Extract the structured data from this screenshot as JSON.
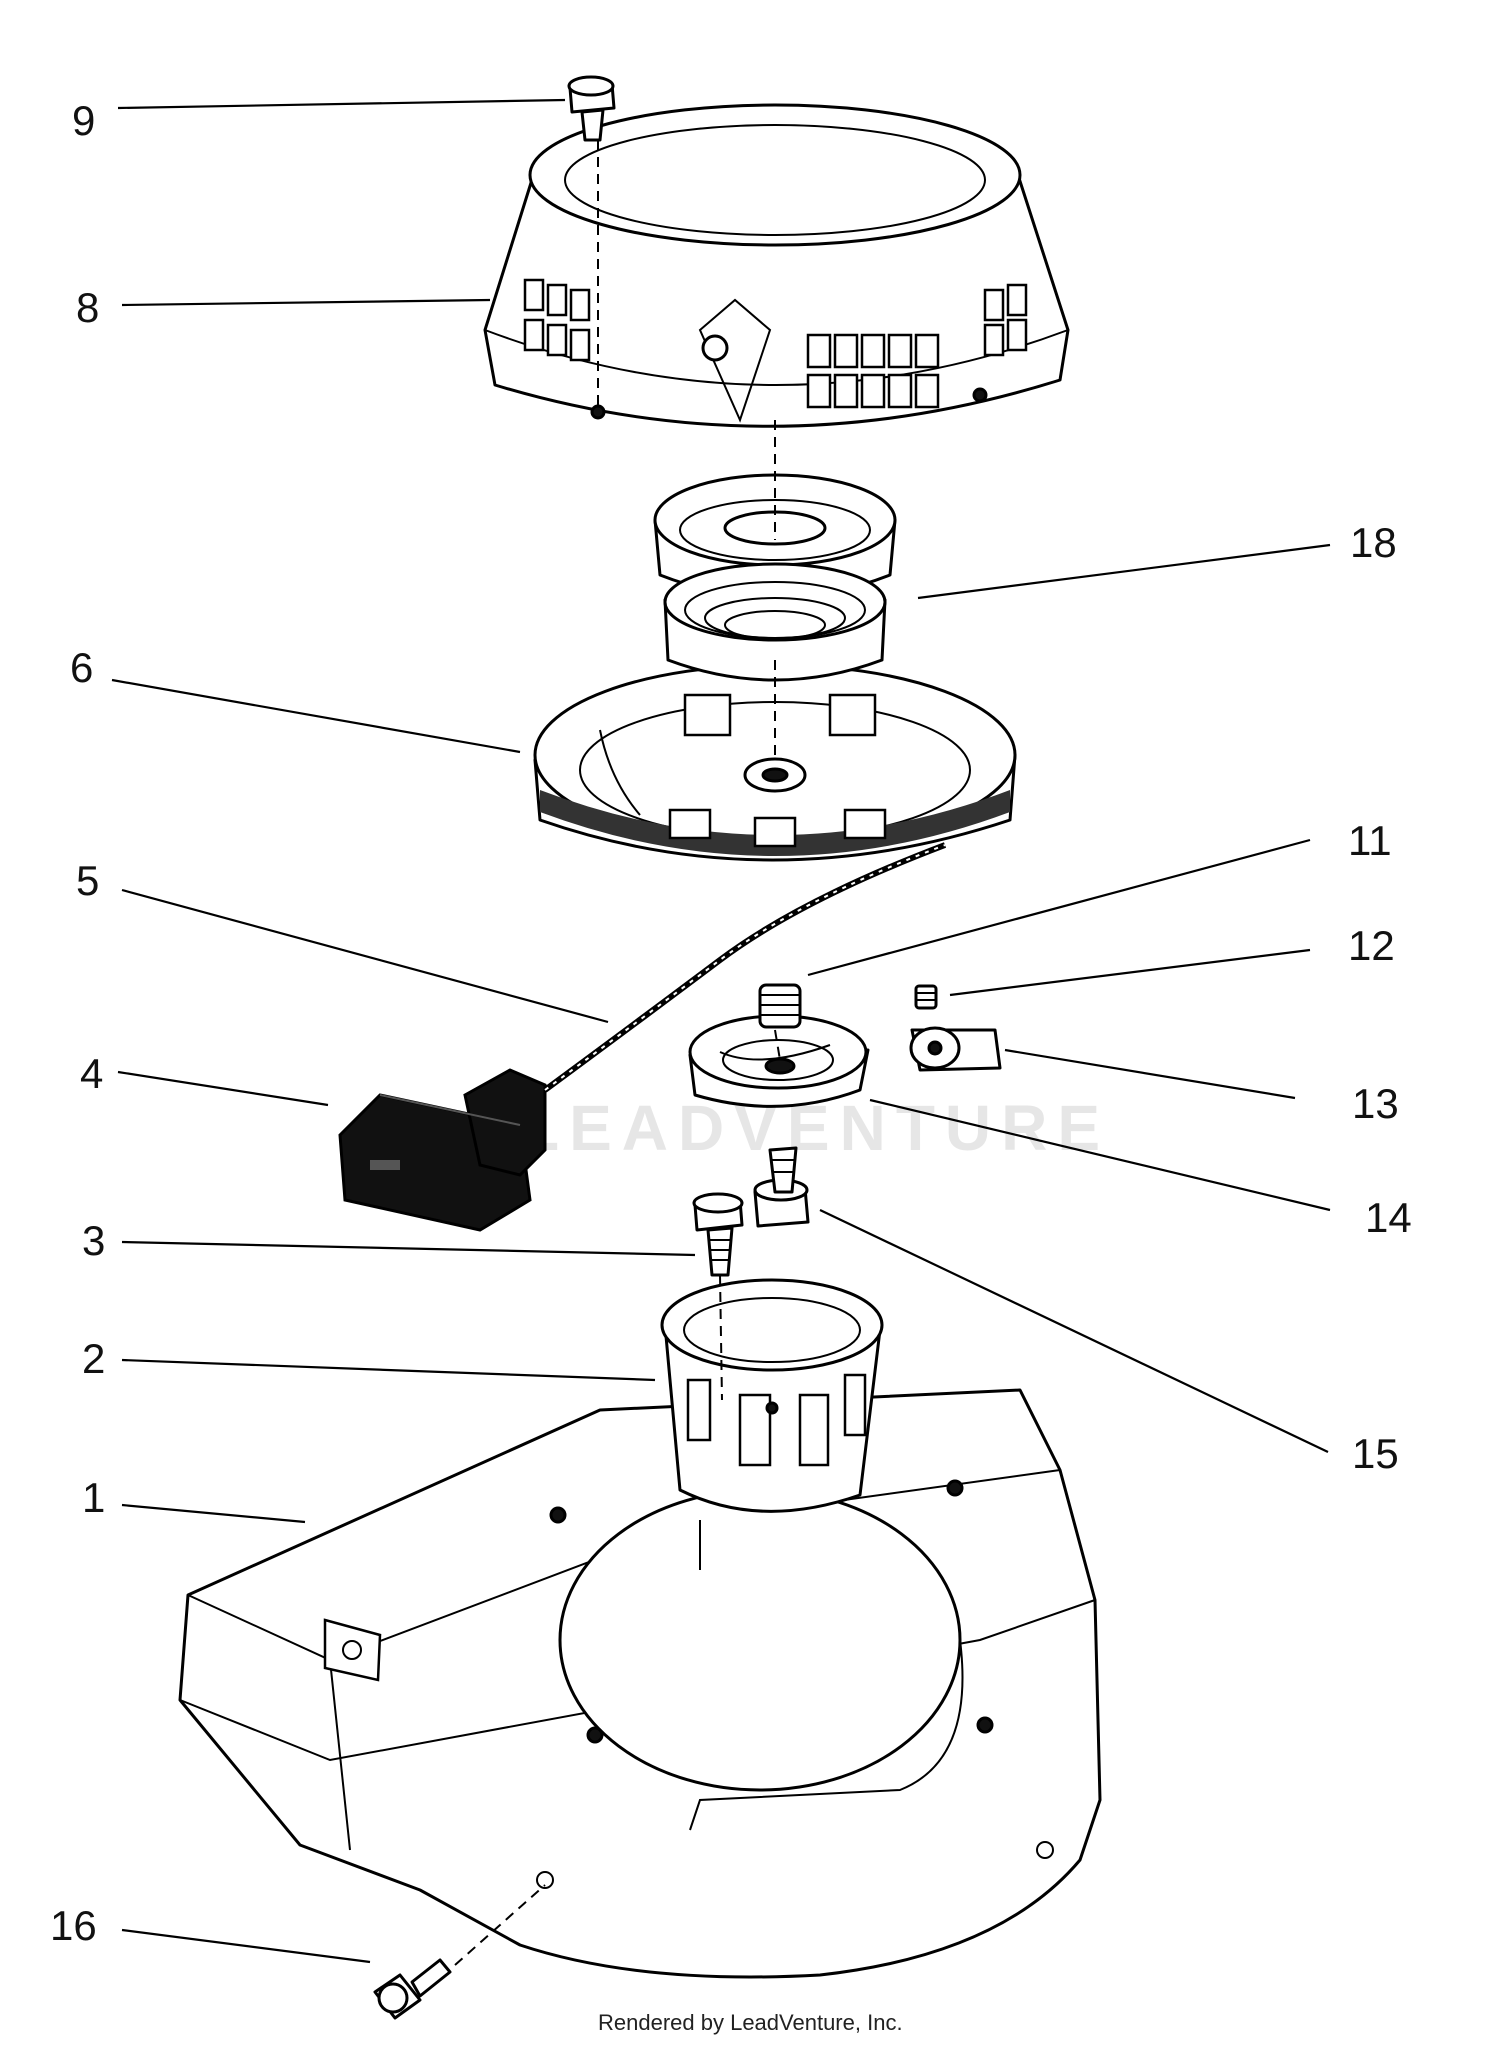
{
  "callouts": [
    {
      "id": "9",
      "label": "9"
    },
    {
      "id": "8",
      "label": "8"
    },
    {
      "id": "18",
      "label": "18"
    },
    {
      "id": "6",
      "label": "6"
    },
    {
      "id": "11",
      "label": "11"
    },
    {
      "id": "5",
      "label": "5"
    },
    {
      "id": "12",
      "label": "12"
    },
    {
      "id": "4",
      "label": "4"
    },
    {
      "id": "13",
      "label": "13"
    },
    {
      "id": "14",
      "label": "14"
    },
    {
      "id": "3",
      "label": "3"
    },
    {
      "id": "2",
      "label": "2"
    },
    {
      "id": "15",
      "label": "15"
    },
    {
      "id": "1",
      "label": "1"
    },
    {
      "id": "16",
      "label": "16"
    }
  ],
  "watermark": "LEADVENTURE",
  "credit": "Rendered by LeadVenture, Inc."
}
